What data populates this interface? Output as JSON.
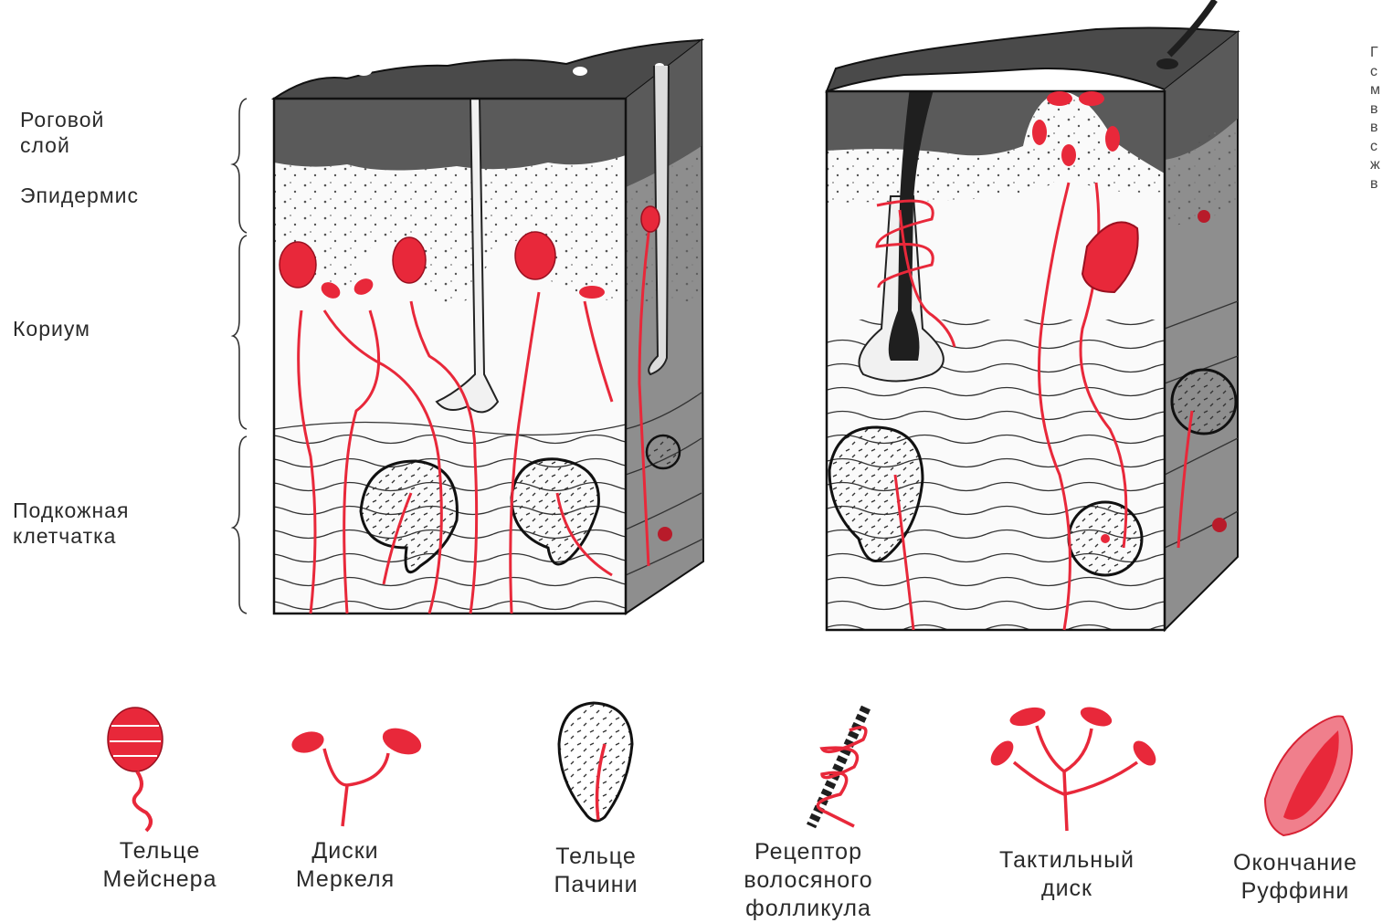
{
  "layer_labels": {
    "stratum_corneum": [
      "Роговой",
      "слой"
    ],
    "epidermis": "Эпидермис",
    "corium": "Кориум",
    "subcutis": [
      "Подкожная",
      "клетчатка"
    ]
  },
  "receptors": [
    {
      "key": "meissner",
      "lines": [
        "Тельце",
        "Мейснера"
      ]
    },
    {
      "key": "merkel",
      "lines": [
        "Диски",
        "Меркеля"
      ]
    },
    {
      "key": "pacini",
      "lines": [
        "Тельце",
        "Пачини"
      ]
    },
    {
      "key": "hair_follicle",
      "lines": [
        "Рецептор",
        "волосяного",
        "фолликула"
      ]
    },
    {
      "key": "tactile_disc",
      "lines": [
        "Тактильный",
        "диск"
      ]
    },
    {
      "key": "ruffini",
      "lines": [
        "Окончание",
        "Руффини"
      ]
    }
  ],
  "cut_off_text": [
    "Г",
    "с",
    "м",
    "в",
    "в",
    "с",
    "ж",
    "в"
  ],
  "colors": {
    "nerve": "#e8283a",
    "corneum": "#555555",
    "side": "#8e8e8e",
    "outline": "#1a1a1a"
  }
}
